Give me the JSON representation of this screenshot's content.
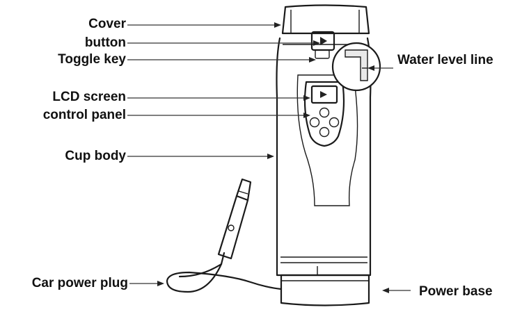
{
  "labels": {
    "cover": "Cover",
    "button": "button",
    "toggle_key": "Toggle key",
    "lcd_screen": "LCD screen",
    "control_panel": "control panel",
    "cup_body": "Cup body",
    "car_power_plug": "Car power plug",
    "water_level_line": "Water level line",
    "power_base": "Power base"
  }
}
